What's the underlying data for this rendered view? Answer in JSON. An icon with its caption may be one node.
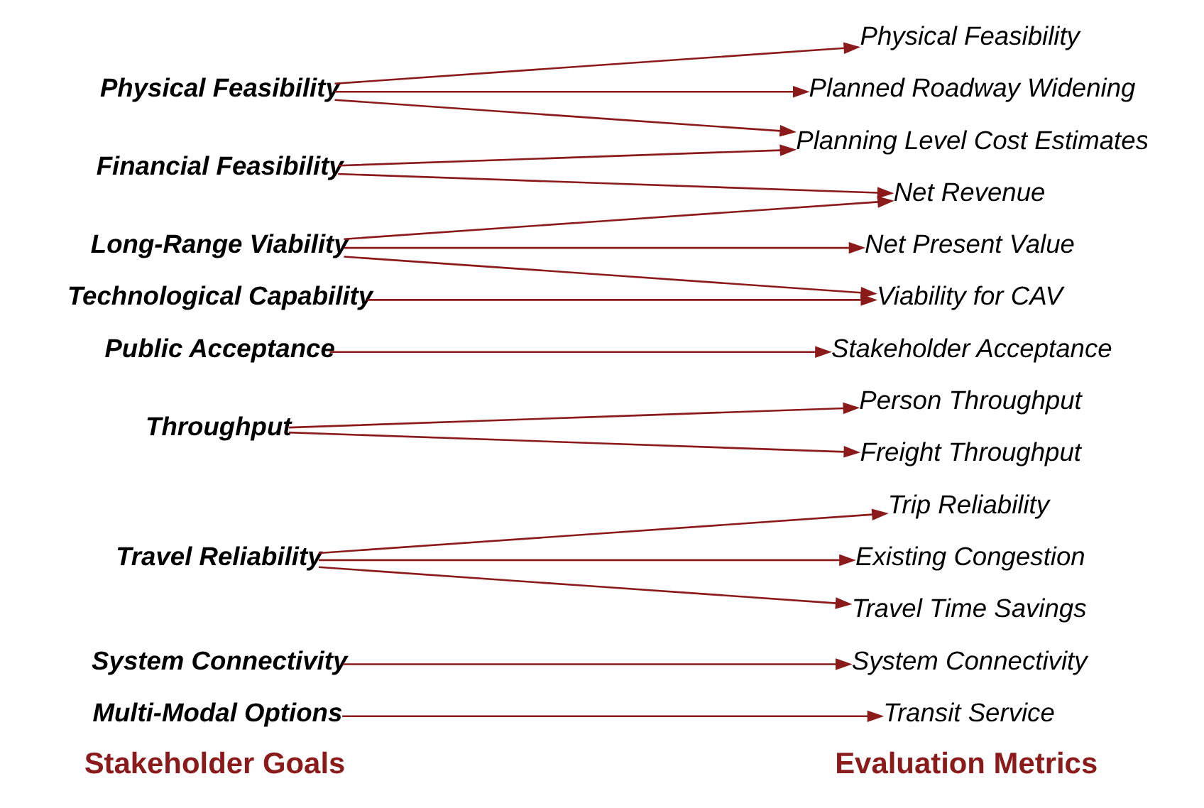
{
  "diagram": {
    "nodes": [
      {
        "text": [
          "Multi-Modal Options"
        ]
      },
      {
        "text": [
          "System Connectivity"
        ]
      },
      {
        "text": [
          "Travel Reliability"
        ]
      },
      {
        "text": [
          "Throughput"
        ]
      },
      {
        "text": [
          "Public Acceptance"
        ]
      },
      {
        "text": [
          "Physical Feasibility"
        ]
      },
      {
        "text": [
          "Financial Feasibility"
        ]
      },
      {
        "text": [
          "Long-Range Viability"
        ]
      },
      {
        "text": [
          "Technological Capability"
        ]
      },
      {
        "text": [
          "Transit Service"
        ]
      },
      {
        "text": [
          "System Connectivity"
        ]
      },
      {
        "text": [
          "Trip Reliability"
        ]
      },
      {
        "text": [
          "Existing Congestion"
        ]
      },
      {
        "text": [
          "Travel Time Savings"
        ]
      },
      {
        "text": [
          "Person Throughput"
        ]
      },
      {
        "text": [
          "Freight Throughput"
        ]
      },
      {
        "text": [
          "Stakeholder Acceptance"
        ]
      },
      {
        "text": [
          "Physical Feasibility"
        ]
      },
      {
        "text": [
          "Planned Roadway Widening"
        ]
      },
      {
        "text": [
          "Planning Level Cost Estimates"
        ]
      },
      {
        "text": [
          "Net Revenue"
        ]
      },
      {
        "text": [
          "Net Present Value"
        ]
      },
      {
        "text": [
          "Viability for CAV"
        ]
      }
    ],
    "edges": [
      {
        "from": 0,
        "to": 9,
        "arrow": "to"
      },
      {
        "from": 1,
        "to": 10,
        "arrow": "to"
      },
      {
        "from": 2,
        "to": 11,
        "arrow": "to"
      },
      {
        "from": 2,
        "to": 12,
        "arrow": "to"
      },
      {
        "from": 2,
        "to": 13,
        "arrow": "to"
      },
      {
        "from": 3,
        "to": 14,
        "arrow": "to"
      },
      {
        "from": 3,
        "to": 15,
        "arrow": "to"
      },
      {
        "from": 4,
        "to": 16,
        "arrow": "to"
      },
      {
        "from": 5,
        "to": 17,
        "arrow": "to"
      },
      {
        "from": 5,
        "to": 18,
        "arrow": "to"
      },
      {
        "from": 5,
        "to": 19,
        "arrow": "to"
      },
      {
        "from": 6,
        "to": 19,
        "arrow": "to"
      },
      {
        "from": 6,
        "to": 20,
        "arrow": "to"
      },
      {
        "from": 7,
        "to": 20,
        "arrow": "to"
      },
      {
        "from": 7,
        "to": 21,
        "arrow": "to"
      },
      {
        "from": 7,
        "to": 22,
        "arrow": "to"
      },
      {
        "from": 8,
        "to": 22,
        "arrow": "to"
      }
    ],
    "labels": [
      "Stakeholder Goals",
      "Evaluation Metrics"
    ]
  }
}
